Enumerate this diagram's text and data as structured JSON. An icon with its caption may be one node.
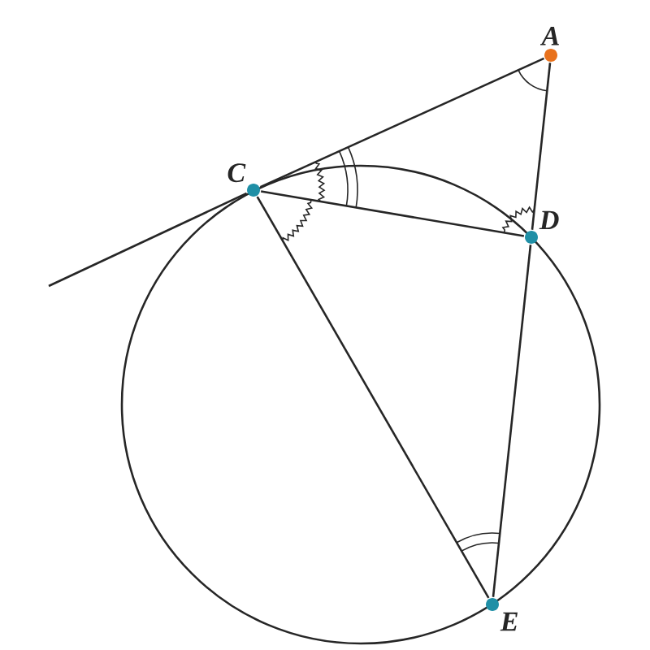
{
  "diagram": {
    "nodes": [
      {
        "text": [
          "A"
        ]
      },
      {
        "text": [
          "C"
        ]
      },
      {
        "text": [
          "D"
        ]
      },
      {
        "text": [
          "E"
        ]
      }
    ],
    "edges": [
      {
        "from": 0,
        "to": 1,
        "arrow": "none"
      },
      {
        "from": 1,
        "to": null,
        "arrow": "none"
      },
      {
        "from": 0,
        "to": 2,
        "arrow": "none"
      },
      {
        "from": 2,
        "to": 3,
        "arrow": "none"
      },
      {
        "from": 1,
        "to": 2,
        "arrow": "none"
      },
      {
        "from": 1,
        "to": 3,
        "arrow": "none"
      }
    ]
  }
}
